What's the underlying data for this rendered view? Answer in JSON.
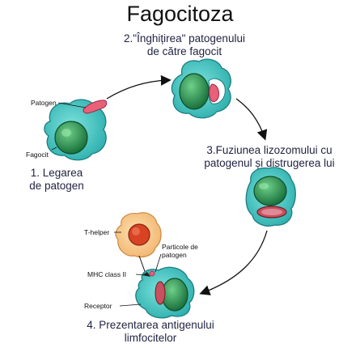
{
  "title": "Fagocitoza",
  "steps": {
    "step1_line1": "1. Legarea",
    "step1_line2": "de patogen",
    "step2_line1": "2.\"Înghițirea\" patogenului",
    "step2_line2": "de către fagocit",
    "step3_line1": "3.Fuziunea lizozomului cu",
    "step3_line2": "patogenul și distrugerea lui",
    "step4_line1": "4. Prezentarea antigenului",
    "step4_line2": "limfocitelor"
  },
  "labels": {
    "patogen": "Patogen",
    "fagocit": "Fagocit",
    "thelper": "T-helper",
    "particole_line1": "Particole de",
    "particole_line2": "patogen",
    "mhc": "MHC class II",
    "receptor": "Receptor"
  },
  "colors": {
    "cell_body": "#3fc6c2",
    "cell_outline": "#1d7d82",
    "nucleus": "#1f8a4a",
    "pathogen": "#e8607a",
    "thelper": "#f6c88a",
    "thelper_nucleus": "#d84324",
    "arrow": "#111111"
  }
}
